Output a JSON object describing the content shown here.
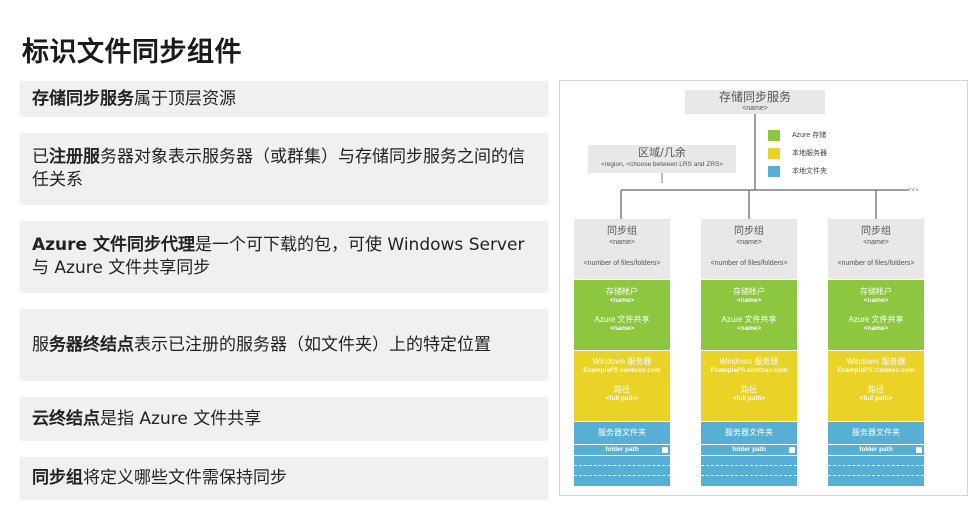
{
  "title": "标识文件同步组件",
  "bullets": [
    {
      "b1": "存储同步服务",
      "t1": "属于顶层资源",
      "b2": "",
      "t2": ""
    },
    {
      "t0": "已",
      "b1": "注册服",
      "t1": "务器对象表示服务器（或群集）与存储同步服务之间的信任关系"
    },
    {
      "b1": "Azure 文件同步代理",
      "t1": "是一个可下载的包，可使 Windows Server 与 Azure 文件共享同步"
    },
    {
      "t0": "服",
      "b1": "务器终结点",
      "t1": "表示已注册的服务器（如文件夹）上的特定位置"
    },
    {
      "b1": "云终结点",
      "t1": "是指 Azure 文件共享"
    },
    {
      "b1": "同步组",
      "t1": "将定义哪些文件需保持同步"
    }
  ],
  "diagram": {
    "service": {
      "title": "存储同步服务",
      "name": "<name>"
    },
    "region": {
      "title": "区域/几余",
      "sub": "<region, <choose between LRS and ZRS>"
    },
    "legend": [
      {
        "label": "Azure 存储",
        "color": "#8dc63f"
      },
      {
        "label": "本地服务器",
        "color": "#ead227"
      },
      {
        "label": "本地文件夹",
        "color": "#58afd6"
      }
    ],
    "ellipsis": "...",
    "column": {
      "sync_group": "同步组",
      "name": "<name>",
      "count": "<number of files/folders>",
      "storage_account": "存储帐户",
      "file_share": "Azure 文件共享",
      "windows_server": "Windows 服务器",
      "server_host": "ExampleFS.contoso.com",
      "path_label": "路径",
      "full_path": "<full path>",
      "server_folder": "服务器文件夹",
      "folder_path": "folder path"
    }
  }
}
